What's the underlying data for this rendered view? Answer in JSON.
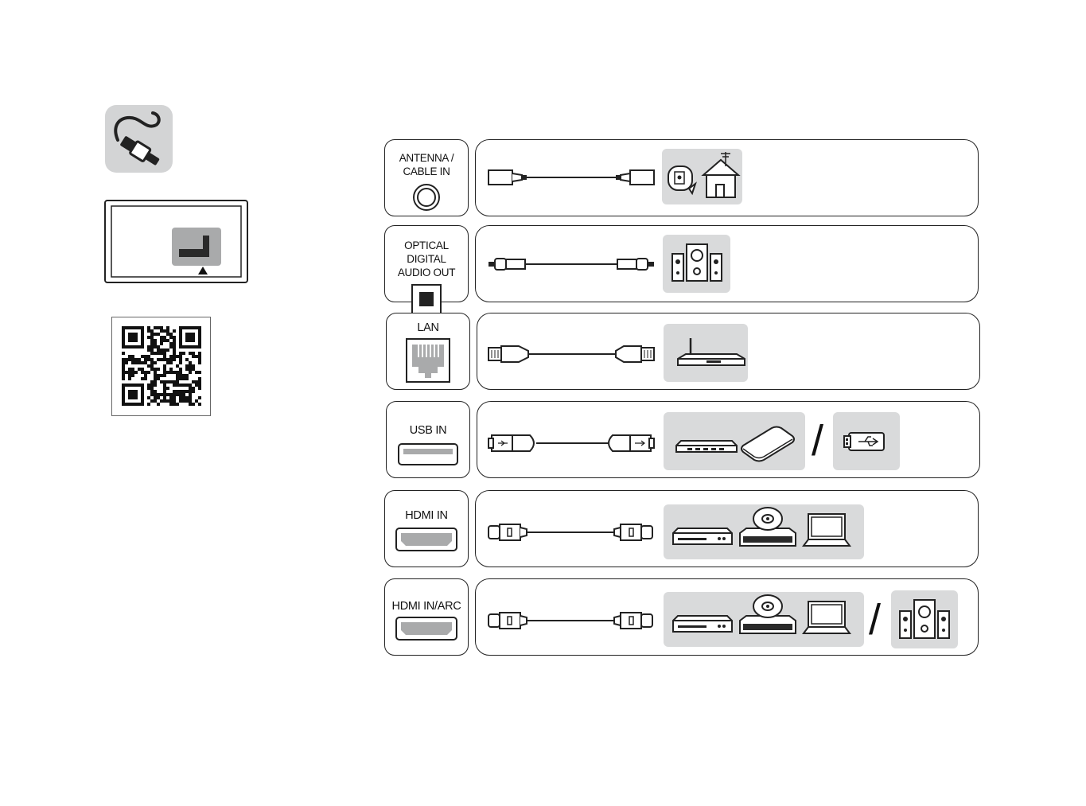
{
  "ports": [
    {
      "id": "antenna",
      "label": "ANTENNA /\nCABLE IN",
      "cable": "coaxial-cable-icon",
      "devices": [
        "antenna-house-icon"
      ]
    },
    {
      "id": "optical",
      "label": "OPTICAL DIGITAL\nAUDIO OUT",
      "cable": "optical-cable-icon",
      "devices": [
        "speaker-system-icon"
      ]
    },
    {
      "id": "lan",
      "label": "LAN",
      "cable": "lan-cable-icon",
      "devices": [
        "router-icon"
      ]
    },
    {
      "id": "usb",
      "label": "USB IN",
      "cable": "usb-cable-icon",
      "devices": [
        "usb-hub-icon",
        "external-hdd-icon",
        "usb-flash-drive-icon"
      ]
    },
    {
      "id": "hdmi",
      "label": "HDMI IN",
      "cable": "hdmi-cable-icon",
      "devices": [
        "set-top-box-icon",
        "disc-player-icon",
        "laptop-icon"
      ]
    },
    {
      "id": "hdmi-arc",
      "label": "HDMI IN/ARC",
      "cable": "hdmi-cable-icon",
      "devices": [
        "set-top-box-icon",
        "disc-player-icon",
        "laptop-icon",
        "speaker-system-icon"
      ]
    }
  ],
  "separator": "/",
  "colors": {
    "panel": "#d9dadb",
    "outline": "#222222",
    "icon_dark": "#333333"
  }
}
